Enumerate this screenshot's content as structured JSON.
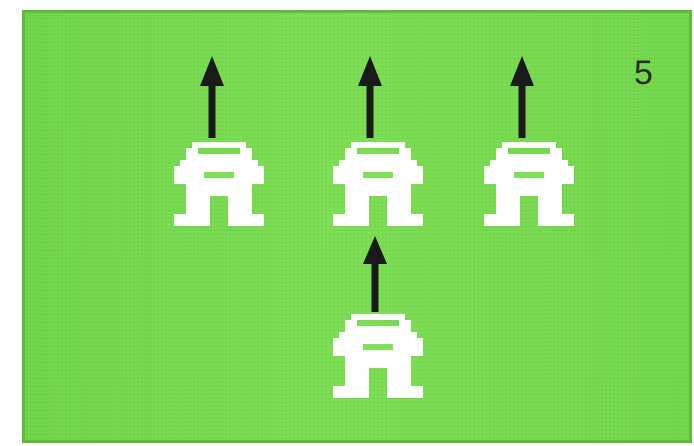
{
  "hud": {
    "number": "5"
  },
  "sprites": [
    {
      "name": "player-left"
    },
    {
      "name": "player-center"
    },
    {
      "name": "player-right"
    },
    {
      "name": "player-bottom"
    }
  ],
  "icons": {
    "player": "pixel-robot-sprite",
    "move": "up-arrow-icon"
  },
  "colors": {
    "screen": "#7ee055",
    "sprite": "#ffffff",
    "arrow": "#1a1a1a",
    "border": "#5fbf3c"
  }
}
